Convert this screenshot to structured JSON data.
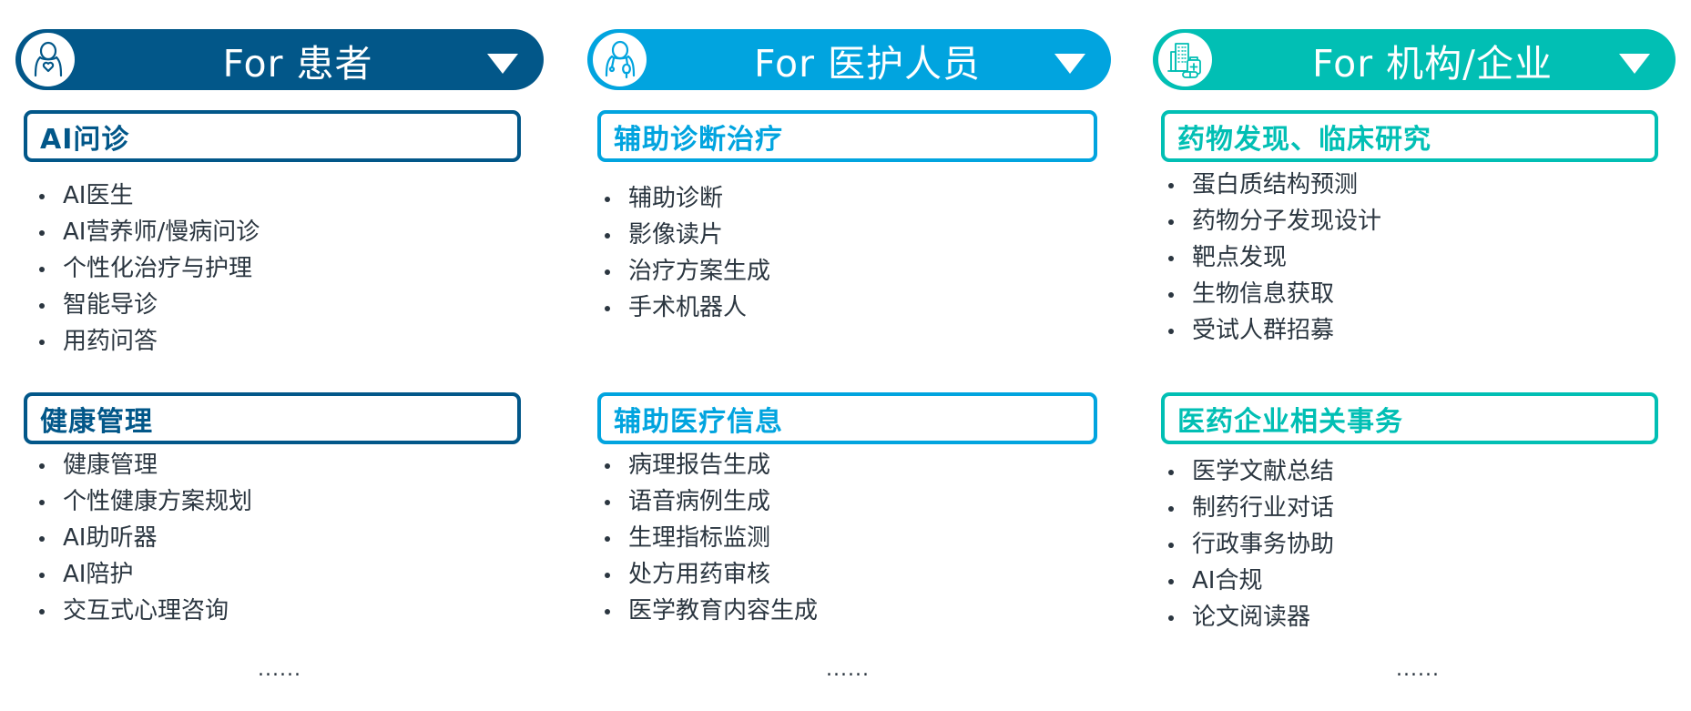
{
  "colors": {
    "patients": "#025789",
    "medical_staff": "#01a4df",
    "institutions": "#01bfb4",
    "body_text": "#2b3640"
  },
  "columns": [
    {
      "header": {
        "title": "For 患者",
        "icon": "patient-heart-icon",
        "chevron": "dropdown-triangle-icon"
      },
      "sections": [
        {
          "title": "AI问诊",
          "items": [
            "AI医生",
            "AI营养师/慢病问诊",
            "个性化治疗与护理",
            "智能导诊",
            "用药问答"
          ]
        },
        {
          "title": "健康管理",
          "items": [
            "健康管理",
            "个性健康方案规划",
            "AI助听器",
            "AI陪护",
            "交互式心理咨询"
          ]
        }
      ],
      "more": "......"
    },
    {
      "header": {
        "title": "For 医护人员",
        "icon": "doctor-stethoscope-icon",
        "chevron": "dropdown-triangle-icon"
      },
      "sections": [
        {
          "title": "辅助诊断治疗",
          "items": [
            "辅助诊断",
            "影像读片",
            "治疗方案生成",
            "手术机器人"
          ]
        },
        {
          "title": "辅助医疗信息",
          "items": [
            "病理报告生成",
            "语音病例生成",
            "生理指标监测",
            "处方用药审核",
            "医学教育内容生成"
          ]
        }
      ],
      "more": "......"
    },
    {
      "header": {
        "title": "For 机构/企业",
        "icon": "hospital-building-medicine-icon",
        "chevron": "dropdown-triangle-icon"
      },
      "sections": [
        {
          "title": "药物发现、临床研究",
          "items": [
            "蛋白质结构预测",
            "药物分子发现设计",
            "靶点发现",
            "生物信息获取",
            "受试人群招募"
          ]
        },
        {
          "title": "医药企业相关事务",
          "items": [
            "医学文献总结",
            "制药行业对话",
            "行政事务协助",
            "AI合规",
            "论文阅读器"
          ]
        }
      ],
      "more": "......"
    }
  ]
}
